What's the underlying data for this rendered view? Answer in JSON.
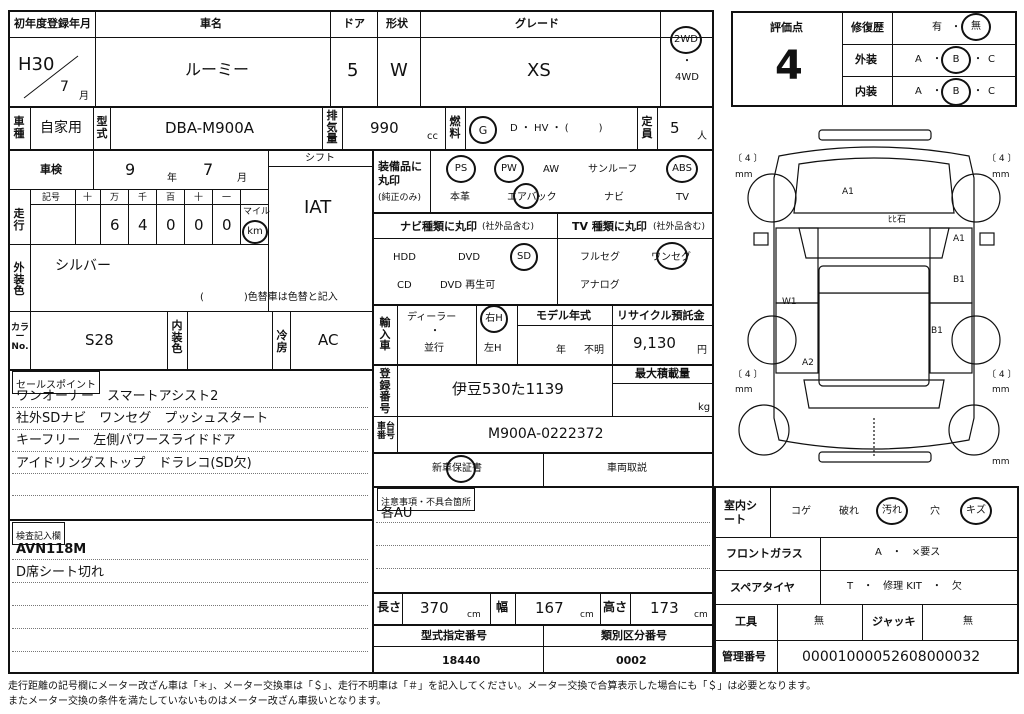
{
  "header": {
    "first_reg_label": "初年度登録年月",
    "reg_era": "H30",
    "reg_month": "7",
    "month_unit": "月",
    "car_name_label": "車名",
    "car_name": "ルーミー",
    "door_label": "ドア",
    "door_value": "5",
    "shape_label": "形状",
    "shape_value": "W",
    "grade_label": "グレード",
    "grade_value": "XS",
    "drive_2wd": "2WD",
    "drive_4wd": "4WD",
    "drive_sep": "・"
  },
  "row2": {
    "use_label": "車種",
    "use_value": "自家用",
    "type_label": "型式",
    "type_value": "DBA-M900A",
    "disp_label": "排気量",
    "disp_value": "990",
    "disp_unit": "cc",
    "fuel_label": "燃料",
    "fuel_g": "G",
    "fuel_rest": "D ・ HV ・ (　　　)",
    "cap_label": "定員",
    "cap_value": "5",
    "cap_unit": "人"
  },
  "inspection": {
    "label": "車検",
    "year": "9",
    "year_unit": "年",
    "month": "7",
    "month_unit": "月",
    "shift_label": "シフト",
    "shift_value": "IAT"
  },
  "mileage": {
    "label": "走行",
    "cols": [
      "記号",
      "十",
      "万",
      "千",
      "百",
      "十",
      "一"
    ],
    "digits": [
      "6",
      "4",
      "0",
      "0",
      "0"
    ],
    "mile_label": "マイル",
    "km_label": "km"
  },
  "color": {
    "label": "外装色",
    "value": "シルバー",
    "note": "(　　　　)色替車は色替と記入",
    "code_label": "カラーNo.",
    "code_value": "S28",
    "interior_label": "内装色",
    "ac_label": "冷房",
    "ac_value": "AC"
  },
  "equipment": {
    "label": "装備品に丸印",
    "sublabel": "(純正のみ)",
    "items": [
      "PS",
      "PW",
      "AW",
      "サンルーフ",
      "ABS"
    ],
    "items2": [
      "本革",
      "エアバック",
      "ナビ",
      "TV"
    ]
  },
  "navi": {
    "label": "ナビ種類に丸印",
    "sub": "(社外品含む)",
    "opts": [
      "HDD",
      "DVD",
      "SD",
      "CD",
      "DVD 再生可"
    ]
  },
  "tv": {
    "label": "TV 種類に丸印",
    "sub": "(社外品含む)",
    "opts": [
      "フルセグ",
      "ワンセグ",
      "アナログ"
    ]
  },
  "import": {
    "label": "輸入車",
    "dealer": "ディーラー",
    "parallel": "並行",
    "dot": "・",
    "right": "右H",
    "left": "左H",
    "model_year_label": "モデル年式",
    "year_unit": "年",
    "unknown": "不明",
    "recycle_label": "リサイクル預託金",
    "recycle_value": "9,130",
    "recycle_unit": "円"
  },
  "registration": {
    "label": "登録番号",
    "value": "伊豆530た1139",
    "max_load_label": "最大積載量",
    "max_load_unit": "kg",
    "chassis_label": "車台番号",
    "chassis_value": "M900A-0222372",
    "warranty": "新車保証書",
    "manual": "車両取説"
  },
  "sales": {
    "label": "セールスポイント",
    "lines": [
      "ワンオーナー　スマートアシスト2",
      "社外SDナビ　ワンセグ　プッシュスタート",
      "キーフリー　左側パワースライドドア",
      "アイドリングストップ　ドラレコ(SD欠)"
    ]
  },
  "inspector": {
    "label": "検査記入欄",
    "lines": [
      "AVN118M",
      "D席シート切れ"
    ]
  },
  "notes": {
    "label": "注意事項・不具合箇所",
    "lines": [
      "各AU"
    ]
  },
  "dimensions": {
    "length_label": "長さ",
    "length": "370",
    "width_label": "幅",
    "width": "167",
    "height_label": "高さ",
    "height": "173",
    "unit": "cm",
    "model_spec_label": "型式指定番号",
    "model_spec": "18440",
    "category_label": "類別区分番号",
    "category": "0002"
  },
  "rating": {
    "label": "評価点",
    "score": "4",
    "repair_label": "修復歴",
    "repair_yes": "有",
    "repair_no": "無",
    "exterior_label": "外装",
    "interior_label": "内装",
    "grades": [
      "A",
      "B",
      "C"
    ],
    "sep": "・"
  },
  "diagram": {
    "mm": "mm",
    "bracket": "〔 4 〕",
    "marks": [
      "A1",
      "ﾋﾋ石",
      "A1",
      "B1",
      "W1",
      "A2",
      "B1"
    ]
  },
  "interior_cond": {
    "label": "室内シート",
    "opts": [
      "コゲ",
      "破れ",
      "汚れ",
      "穴",
      "キズ"
    ]
  },
  "windshield": {
    "label": "フロントガラス",
    "text": "A　・　×要ス"
  },
  "spare": {
    "label": "スペアタイヤ",
    "text": "T　・　修理 KIT　・　欠"
  },
  "tools": {
    "label": "工具",
    "value": "無",
    "jack_label": "ジャッキ",
    "jack_value": "無"
  },
  "control": {
    "label": "管理番号",
    "value": "00001000052608000032"
  },
  "footer": {
    "line1": "走行距離の記号欄にメーター改ざん車は「＊」、メーター交換車は「＄」、走行不明車は「＃」を記入してください。メーター交換で合算表示した場合にも「＄」は必要となります。",
    "line2": "またメーター交換の条件を満たしていないものはメーター改ざん車扱いとなります。"
  }
}
